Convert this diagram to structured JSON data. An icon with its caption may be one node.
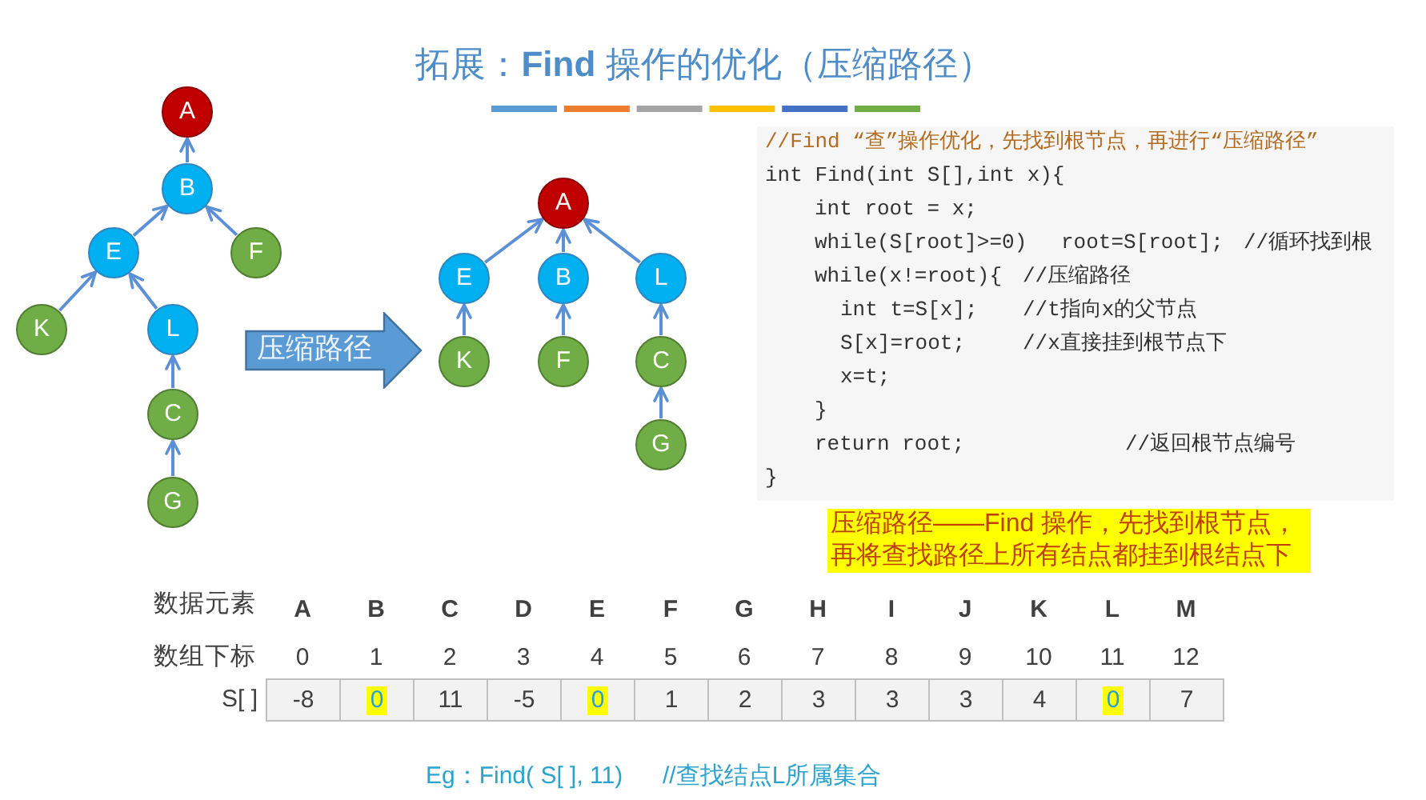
{
  "diagram": {
    "title": "拓展：**Find** 操作的优化（压缩路径）",
    "nodes": [
      {
        "text": [
          "A"
        ]
      },
      {
        "text": [
          "B"
        ]
      },
      {
        "text": [
          "E"
        ]
      },
      {
        "text": [
          "F"
        ]
      },
      {
        "text": [
          "K"
        ]
      },
      {
        "text": [
          "L"
        ]
      },
      {
        "text": [
          "C"
        ]
      },
      {
        "text": [
          "G"
        ]
      },
      {
        "text": [
          "压缩路径"
        ]
      },
      {
        "text": [
          "A"
        ]
      },
      {
        "text": [
          "E"
        ]
      },
      {
        "text": [
          "B"
        ]
      },
      {
        "text": [
          "L"
        ]
      },
      {
        "text": [
          "K"
        ]
      },
      {
        "text": [
          "F"
        ]
      },
      {
        "text": [
          "C"
        ]
      },
      {
        "text": [
          "G"
        ]
      },
      {
        "text": [
          "//Find “查”操作优化，先找到根节点，再进行“压缩路径”",
          "int Find(int S[],int x){",
          "int root = x;",
          "while(S[root]>=0)",
          "root=S[root];",
          "//循环找到根",
          "while(x!=root){",
          "//压缩路径",
          "int t=S[x];",
          "//t指向x的父节点",
          "S[x]=root;",
          "//x直接挂到根节点下",
          "x=t;",
          "}",
          "return root;",
          "//返回根节点编号",
          "}"
        ]
      },
      {
        "text": [
          "压缩路径——Find 操作，先找到根节点，再将查找路径上所有结点都挂到根结点下"
        ]
      }
    ],
    "edges": [
      {
        "from": 1,
        "to": 0,
        "arrow": "to"
      },
      {
        "from": 2,
        "to": 1,
        "arrow": "to"
      },
      {
        "from": 3,
        "to": 1,
        "arrow": "to"
      },
      {
        "from": 4,
        "to": 2,
        "arrow": "to"
      },
      {
        "from": 5,
        "to": 2,
        "arrow": "to"
      },
      {
        "from": 6,
        "to": 5,
        "arrow": "to"
      },
      {
        "from": 7,
        "to": 6,
        "arrow": "to"
      },
      {
        "from": 10,
        "to": 9,
        "arrow": "to"
      },
      {
        "from": 11,
        "to": 9,
        "arrow": "to"
      },
      {
        "from": 12,
        "to": 9,
        "arrow": "to"
      },
      {
        "from": 13,
        "to": 10,
        "arrow": "to"
      },
      {
        "from": 14,
        "to": 11,
        "arrow": "to"
      },
      {
        "from": 15,
        "to": 12,
        "arrow": "to"
      },
      {
        "from": 16,
        "to": 15,
        "arrow": "to"
      }
    ],
    "labels": [
      "数据元素",
      "A",
      "B",
      "C",
      "D",
      "E",
      "F",
      "G",
      "H",
      "I",
      "J",
      "K",
      "L",
      "M",
      "数组下标",
      "0",
      "1",
      "2",
      "3",
      "4",
      "5",
      "6",
      "7",
      "8",
      "9",
      "10",
      "11",
      "12",
      "S[ ]",
      "-8",
      "0",
      "11",
      "-5",
      "0",
      "1",
      "2",
      "3",
      "3",
      "3",
      "4",
      "0",
      "7",
      "Eg：Find( S[ ], 11)",
      "//查找结点L所属集合"
    ]
  }
}
